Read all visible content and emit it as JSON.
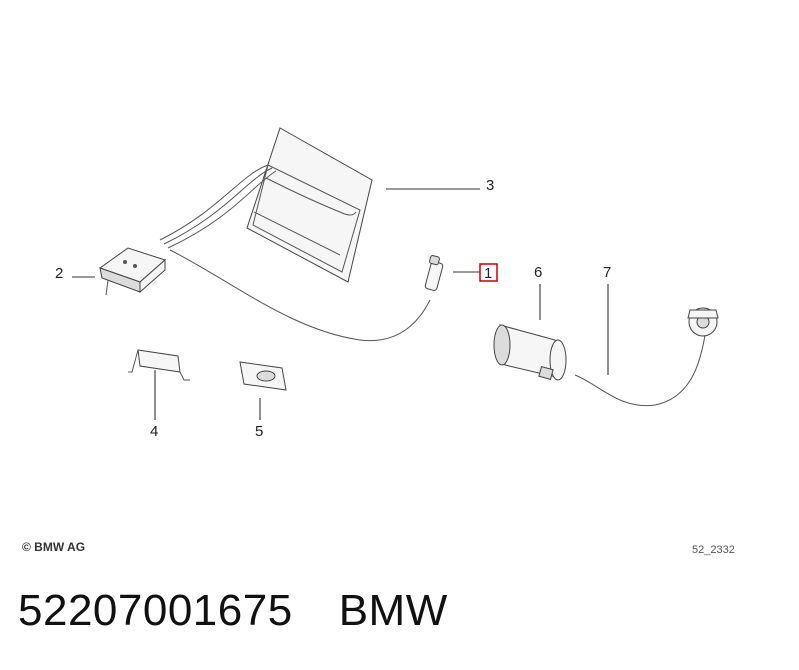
{
  "callouts": [
    {
      "id": "1",
      "label": "1",
      "highlight_color": "#cc0000"
    },
    {
      "id": "2",
      "label": "2"
    },
    {
      "id": "3",
      "label": "3"
    },
    {
      "id": "4",
      "label": "4"
    },
    {
      "id": "5",
      "label": "5"
    },
    {
      "id": "6",
      "label": "6"
    },
    {
      "id": "7",
      "label": "7"
    }
  ],
  "footer": {
    "copyright": "© BMW AG",
    "diagram_id": "52_2332"
  },
  "caption": {
    "part_number": "52207001675",
    "brand": "BMW"
  }
}
